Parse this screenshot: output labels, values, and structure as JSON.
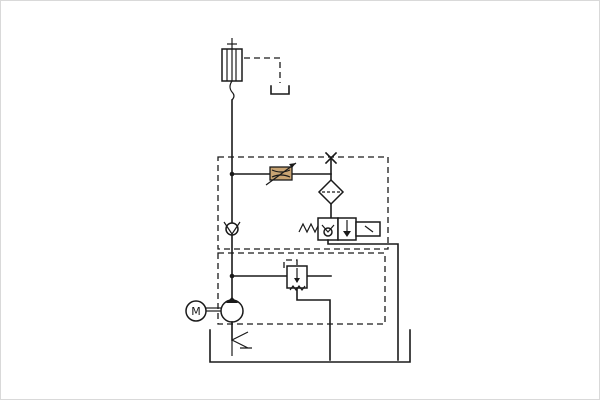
{
  "diagram": {
    "type": "hydraulic-circuit-schematic",
    "components": [
      {
        "id": "cylinder",
        "icon": "hydraulic-cylinder-icon"
      },
      {
        "id": "return-tank",
        "icon": "tank-icon"
      },
      {
        "id": "flow-control-valve",
        "icon": "adjustable-throttle-valve-icon",
        "color": "#c9a473"
      },
      {
        "id": "vent-point",
        "icon": "cross-icon"
      },
      {
        "id": "filter",
        "icon": "filter-icon"
      },
      {
        "id": "check-valve-upper",
        "icon": "check-valve-icon"
      },
      {
        "id": "solenoid-valve",
        "icon": "solenoid-directional-valve-icon"
      },
      {
        "id": "relief-valve",
        "icon": "pressure-relief-valve-icon"
      },
      {
        "id": "pump",
        "icon": "hydraulic-pump-icon"
      },
      {
        "id": "motor",
        "icon": "electric-motor-icon",
        "label": "M"
      },
      {
        "id": "suction-strainer",
        "icon": "strainer-icon"
      },
      {
        "id": "reservoir",
        "icon": "reservoir-icon"
      }
    ],
    "colors": {
      "line": "#1a1a1a",
      "throttle_body": "#c9a473",
      "frame_border": "#d9d9d9"
    }
  }
}
